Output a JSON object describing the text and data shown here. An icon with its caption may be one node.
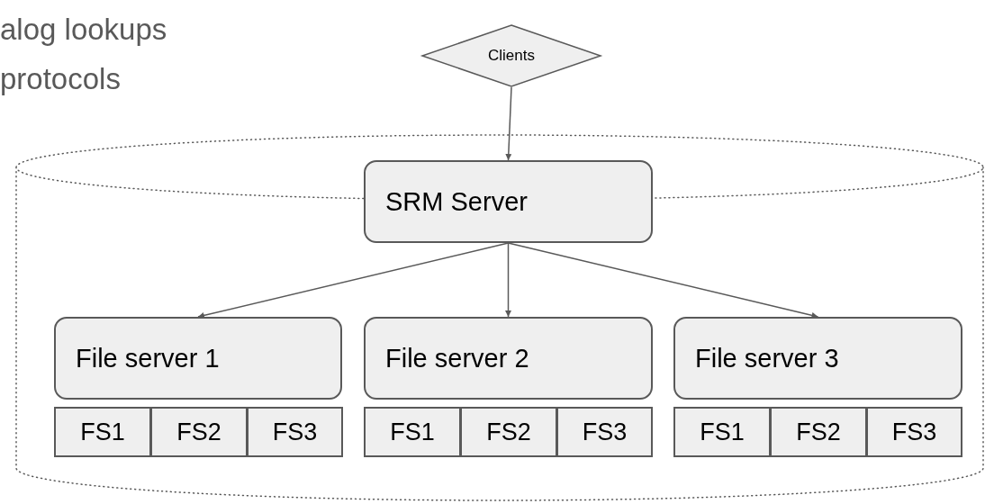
{
  "diagram": {
    "nodes": [
      {
        "text": [],
        "shape": "cylinder"
      },
      {
        "text": [
          "Clients"
        ]
      },
      {
        "text": [
          "SRM Server"
        ],
        "in": 0
      },
      {
        "text": [
          "File server 1"
        ],
        "in": 0
      },
      {
        "text": [
          "FS1"
        ],
        "in": 0
      },
      {
        "text": [
          "FS2"
        ],
        "in": 0
      },
      {
        "text": [
          "FS3"
        ],
        "in": 0
      },
      {
        "text": [
          "File server 2"
        ],
        "in": 0
      },
      {
        "text": [
          "FS1"
        ],
        "in": 0
      },
      {
        "text": [
          "FS2"
        ],
        "in": 0
      },
      {
        "text": [
          "FS3"
        ],
        "in": 0
      },
      {
        "text": [
          "File server 3"
        ],
        "in": 0
      },
      {
        "text": [
          "FS1"
        ],
        "in": 0
      },
      {
        "text": [
          "FS2"
        ],
        "in": 0
      },
      {
        "text": [
          "FS3"
        ],
        "in": 0
      }
    ],
    "edges": [
      {
        "from": 1,
        "to": 2,
        "arrow": "to"
      },
      {
        "from": 2,
        "to": 3,
        "arrow": "to"
      },
      {
        "from": 2,
        "to": 7,
        "arrow": "to"
      },
      {
        "from": 2,
        "to": 11,
        "arrow": "to"
      }
    ],
    "labels": [
      "alog lookups",
      "protocols"
    ]
  }
}
